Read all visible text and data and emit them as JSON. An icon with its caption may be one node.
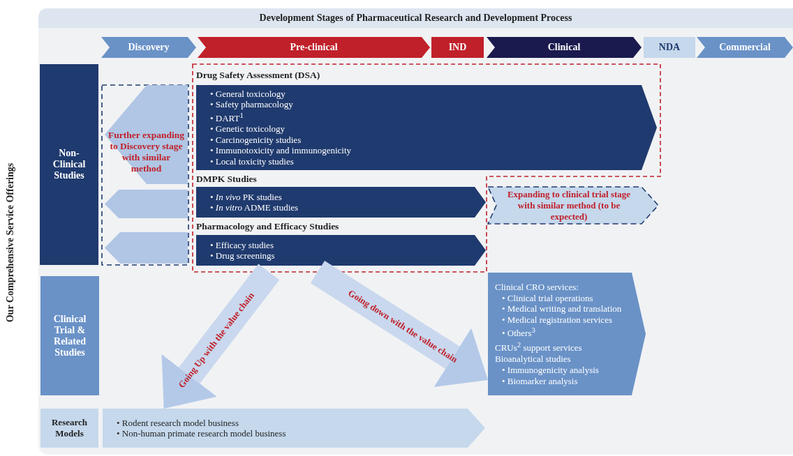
{
  "diagram": {
    "title": "Development Stages of Pharmaceutical Research and Development Process",
    "nodes": [
      {
        "text": [
          "Discovery"
        ]
      },
      {
        "text": [
          "Pre-clinical"
        ]
      },
      {
        "text": [
          "IND"
        ]
      },
      {
        "text": [
          "Clinical"
        ]
      },
      {
        "text": [
          "NDA"
        ]
      },
      {
        "text": [
          "Commercial"
        ]
      },
      {
        "text": [
          "Non-Clinical Studies"
        ]
      },
      {
        "text": [
          "Clinical Trial & Related Studies"
        ]
      },
      {
        "text": [
          "Research Models"
        ]
      },
      {
        "text": [],
        "shape": "box"
      },
      {
        "text": [
          "Further expanding to Discovery stage with similar method"
        ],
        "in": 9
      },
      {
        "text": [],
        "shape": "chevron",
        "in": 9
      },
      {
        "text": [],
        "shape": "chevron",
        "in": 9
      },
      {
        "text": [],
        "shape": "box"
      },
      {
        "text": [
          "Drug Safety Assessment (DSA)",
          "• General toxicology",
          "• Safety pharmacology",
          "• DART$^{1}$",
          "• Genetic toxicology",
          "• Carcinogenicity studies",
          "• Immunotoxicity and immunogenicity",
          "• Local toxicity studies"
        ],
        "in": 13
      },
      {
        "text": [
          "DMPK Studies",
          "• *In vivo* PK studies",
          "• *In vitro* ADME studies"
        ],
        "in": 13
      },
      {
        "text": [
          "Pharmacology and Efficacy Studies",
          "• Efficacy studies",
          "• Drug screenings"
        ],
        "in": 13
      },
      {
        "text": [
          "Expanding to clinical trial stage with similar method (to be expected)"
        ]
      },
      {
        "text": [
          "Clinical CRO services:",
          "• Clinical trial operations",
          "• Medical writing and translation",
          "• Medical registration services",
          "• Others$^{3}$",
          "CRUs$^{2}$ support services",
          "Bioanalytical studies",
          "• Immunogenicity analysis",
          "• Biomarker analysis"
        ]
      },
      {
        "text": [
          "• Rodent research model business",
          "• Non-human primate research model business"
        ]
      }
    ],
    "edges": [
      {
        "from": 13,
        "to": 19,
        "arrow": "to",
        "label": "Going Up with the value chain"
      },
      {
        "from": 13,
        "to": 18,
        "arrow": "to",
        "label": "Going down with the value chain"
      }
    ],
    "labels": [
      "Our Comprehensive Service Offerings"
    ]
  }
}
